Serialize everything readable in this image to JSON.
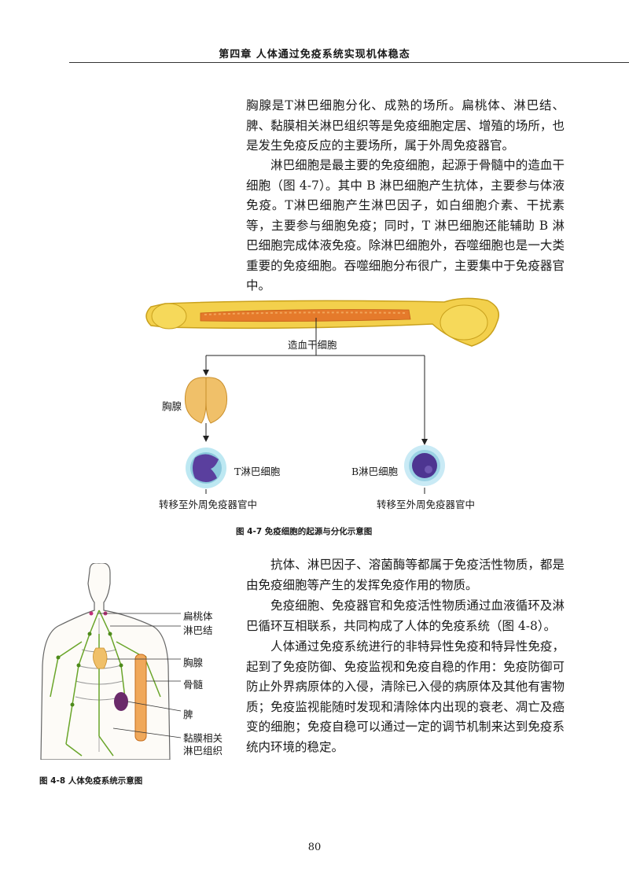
{
  "header": {
    "title": "第四章    人体通过免疫系统实现机体稳态"
  },
  "paragraphs": [
    "胸腺是T淋巴细胞分化、成熟的场所。扁桃体、淋巴结、脾、黏膜相关淋巴组织等是免疫细胞定居、增殖的场所，也是发生免疫反应的主要场所，属于外周免疫器官。",
    "淋巴细胞是最主要的免疫细胞，起源于骨髓中的造血干细胞（图 4-7）。其中 B 淋巴细胞产生抗体，主要参与体液免疫。T淋巴细胞产生淋巴因子，如白细胞介素、干扰素等，主要参与细胞免疫；同时，T 淋巴细胞还能辅助 B 淋巴细胞完成体液免疫。除淋巴细胞外，吞噬细胞也是一大类重要的免疫细胞。吞噬细胞分布很广，主要集中于免疫器官中。",
    "抗体、淋巴因子、溶菌酶等都属于免疫活性物质，都是由免疫细胞等产生的发挥免疫作用的物质。",
    "免疫细胞、免疫器官和免疫活性物质通过血液循环及淋巴循环互相联系，共同构成了人体的免疫系统（图 4-8）。",
    "人体通过免疫系统进行的非特异性免疫和特异性免疫，起到了免疫防御、免疫监视和免疫自稳的作用：免疫防御可防止外界病原体的入侵，清除已入侵的病原体及其他有害物质；免疫监视能随时发现和清除体内出现的衰老、凋亡及癌变的细胞；免疫自稳可以通过一定的调节机制来达到免疫系统内环境的稳定。"
  ],
  "figure47": {
    "stem_cell": "造血干细胞",
    "thymus": "胸腺",
    "t_cell": "T淋巴细胞",
    "b_cell": "B淋巴细胞",
    "t_dest": "转移至外周免疫器官中",
    "b_dest": "转移至外周免疫器官中",
    "caption": "图 4-7   免疫细胞的起源与分化示意图"
  },
  "figure48": {
    "labels": [
      "扁桃体",
      "淋巴结",
      "胸腺",
      "骨髓",
      "脾",
      "黏膜相关",
      "淋巴组织"
    ],
    "caption": "图 4-8   人体免疫系统示意图"
  },
  "page_number": "80"
}
